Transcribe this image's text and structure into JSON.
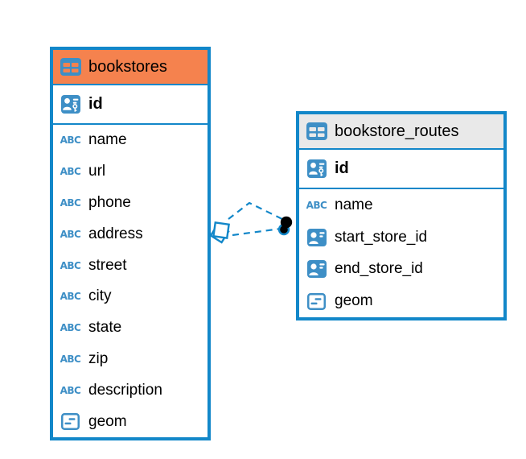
{
  "diagram": {
    "type": "entity-relationship-diagram",
    "colors": {
      "table_border": "#1287C9",
      "icon_blue": "#3E8FC6",
      "table1_header": "#F5824E",
      "table2_header": "#E9E9E9",
      "relationship_line": "#1287C9",
      "relationship_dot": "#000000",
      "background": "#FFFFFF",
      "text": "#000000"
    },
    "icons": {
      "varchar_label": "ABC",
      "table_icon": "table-icon",
      "primary_key_icon": "person-key-icon",
      "foreign_key_icon": "person-badge-icon",
      "geometry_icon": "geometry-panel-icon"
    },
    "tables": [
      {
        "name": "bookstores",
        "header_color": "#F5824E",
        "primary_key": "id",
        "columns": [
          {
            "name": "id",
            "icon": "primary-key-icon"
          },
          {
            "name": "name",
            "icon": "varchar-icon"
          },
          {
            "name": "url",
            "icon": "varchar-icon"
          },
          {
            "name": "phone",
            "icon": "varchar-icon"
          },
          {
            "name": "address",
            "icon": "varchar-icon"
          },
          {
            "name": "street",
            "icon": "varchar-icon"
          },
          {
            "name": "city",
            "icon": "varchar-icon"
          },
          {
            "name": "state",
            "icon": "varchar-icon"
          },
          {
            "name": "zip",
            "icon": "varchar-icon"
          },
          {
            "name": "description",
            "icon": "varchar-icon"
          },
          {
            "name": "geom",
            "icon": "geometry-icon"
          }
        ]
      },
      {
        "name": "bookstore_routes",
        "header_color": "#E9E9E9",
        "primary_key": "id",
        "columns": [
          {
            "name": "id",
            "icon": "primary-key-icon"
          },
          {
            "name": "name",
            "icon": "varchar-icon"
          },
          {
            "name": "start_store_id",
            "icon": "foreign-key-icon"
          },
          {
            "name": "end_store_id",
            "icon": "foreign-key-icon"
          },
          {
            "name": "geom",
            "icon": "geometry-icon"
          }
        ]
      }
    ],
    "relationships": [
      {
        "from": "bookstore_routes",
        "to": "bookstores",
        "style": "dashed",
        "source_marker": "dot",
        "target_marker": "diamond"
      },
      {
        "from": "bookstore_routes",
        "to": "bookstores",
        "style": "dashed",
        "source_marker": "dot",
        "target_marker": "diamond"
      }
    ]
  }
}
